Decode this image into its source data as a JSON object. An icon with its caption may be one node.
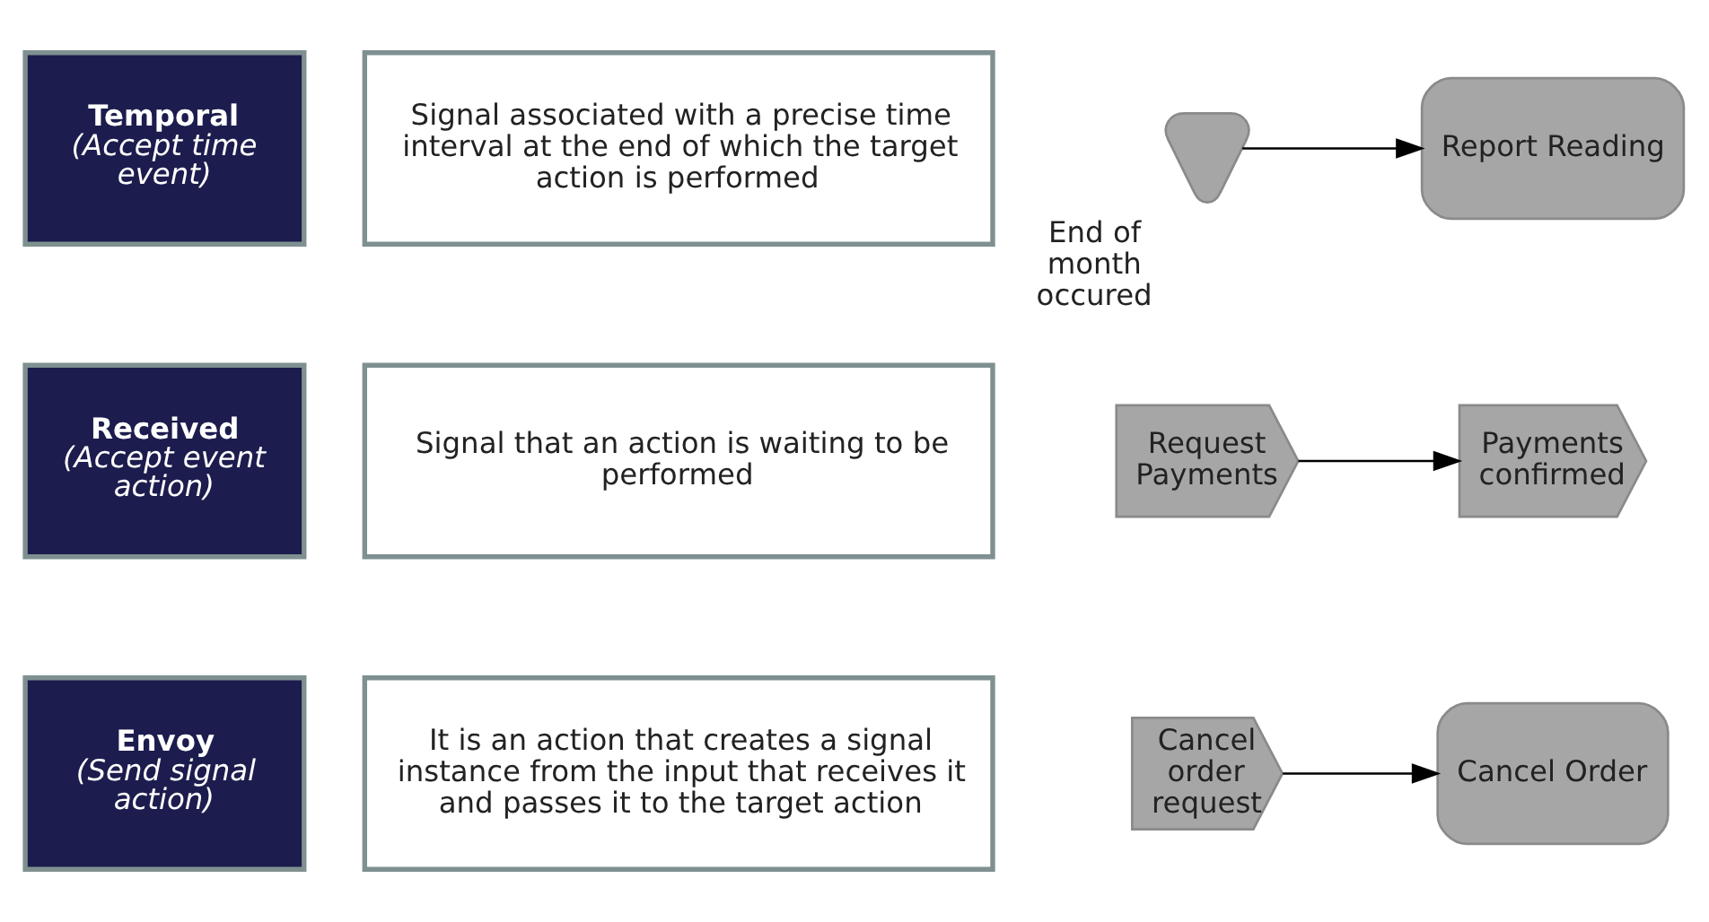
{
  "diagram": {
    "nodes": [
      {
        "text": [
          "Envoy",
          "(Send signal action)"
        ]
      },
      {
        "text": [
          "It is an action that creates a signal instance from the input that receives it and passes it to the target action"
        ]
      },
      {
        "text": [
          "Cancel order request"
        ]
      },
      {
        "text": [
          "Cancel Order"
        ]
      },
      {
        "text": [
          "Received",
          "(Accept event action)"
        ]
      },
      {
        "text": [
          "Signal that an action is waiting to be performed"
        ]
      },
      {
        "text": [
          "Request Payments"
        ]
      },
      {
        "text": [
          "Payments confirmed"
        ]
      },
      {
        "text": [
          "Temporal",
          "(Accept time event)"
        ]
      },
      {
        "text": [
          "Signal associated with a precise time interval at the end of which the target action is performed"
        ]
      },
      {
        "text": [],
        "shape": "hourglass",
        "beside": [
          "End of month occured"
        ]
      },
      {
        "text": [
          "Report Reading"
        ]
      }
    ],
    "edges": [
      {
        "from": 2,
        "to": 3,
        "arrow": "to"
      },
      {
        "from": 6,
        "to": 7,
        "arrow": "to"
      },
      {
        "from": 10,
        "to": 11,
        "arrow": "to"
      }
    ]
  }
}
